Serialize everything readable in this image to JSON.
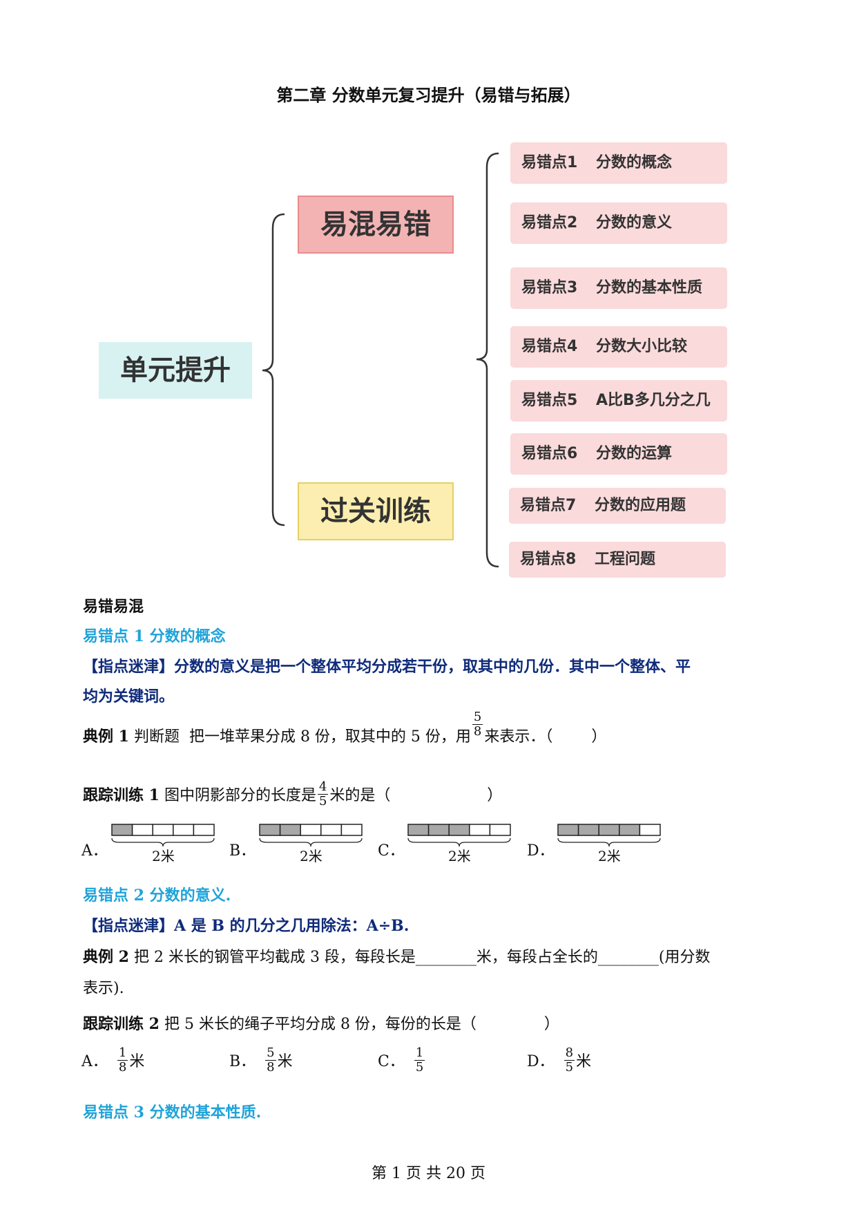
{
  "title": "第二章  分数单元复习提升（易错与拓展）",
  "mindmap": {
    "root": "单元提升",
    "branch1": "易混易错",
    "branch2": "过关训练",
    "leaves": [
      {
        "point": "易错点1",
        "topic": "分数的概念"
      },
      {
        "point": "易错点2",
        "topic": "分数的意义"
      },
      {
        "point": "易错点3",
        "topic": "分数的基本性质"
      },
      {
        "point": "易错点4",
        "topic": "分数大小比较"
      },
      {
        "point": "易错点5",
        "topic": "A比B多几分之几"
      },
      {
        "point": "易错点6",
        "topic": "分数的运算"
      },
      {
        "point": "易错点7",
        "topic": "分数的应用题"
      },
      {
        "point": "易错点8",
        "topic": "工程问题"
      }
    ]
  },
  "content": {
    "section": "易错易混",
    "p1": {
      "heading": "易错点 1  分数的概念",
      "tip_line1": "【指点迷津】分数的意义是把一个整体平均分成若干份，取其中的几份．其中一个整体、平",
      "tip_line2": "均为关键词。",
      "ex_label": "典例 1",
      "ex_text": " 判断题  把一堆苹果分成 8 份，取其中的 5 份，用",
      "ex_frac_num": "5",
      "ex_frac_den": "8",
      "ex_tail": "来表示．（        ）",
      "tr_label": "跟踪训练 1",
      "tr_text": " 图中阴影部分的长度是",
      "tr_frac_num": "4",
      "tr_frac_den": "5",
      "tr_tail": "米的是（                    ）",
      "options": [
        {
          "letter": "A．",
          "label": "2米",
          "shaded": 1
        },
        {
          "letter": "B．",
          "label": "2米",
          "shaded": 2
        },
        {
          "letter": "C．",
          "label": "2米",
          "shaded": 3
        },
        {
          "letter": "D．",
          "label": "2米",
          "shaded": 4
        }
      ]
    },
    "p2": {
      "heading": "易错点 2  分数的意义.",
      "tip": "【指点迷津】A 是 B 的几分之几用除法：A÷B.",
      "ex_label": "典例 2",
      "ex_line1": " 把 2 米长的钢管平均截成 3 段，每段长是________米，每段占全长的________(用分数",
      "ex_line2": "表示).",
      "tr_label": "跟踪训练 2",
      "tr_text": " 把 5 米长的绳子平均分成 8 份，每份的长是（              ）",
      "options": [
        {
          "letter": "A．",
          "num": "1",
          "den": "8",
          "unit": "米"
        },
        {
          "letter": "B．",
          "num": "5",
          "den": "8",
          "unit": "米"
        },
        {
          "letter": "C．",
          "num": "1",
          "den": "5",
          "unit": ""
        },
        {
          "letter": "D．",
          "num": "8",
          "den": "5",
          "unit": "米"
        }
      ]
    },
    "p3": {
      "heading": "易错点 3  分数的基本性质."
    }
  },
  "footer": "第  1  页  共  20  页"
}
